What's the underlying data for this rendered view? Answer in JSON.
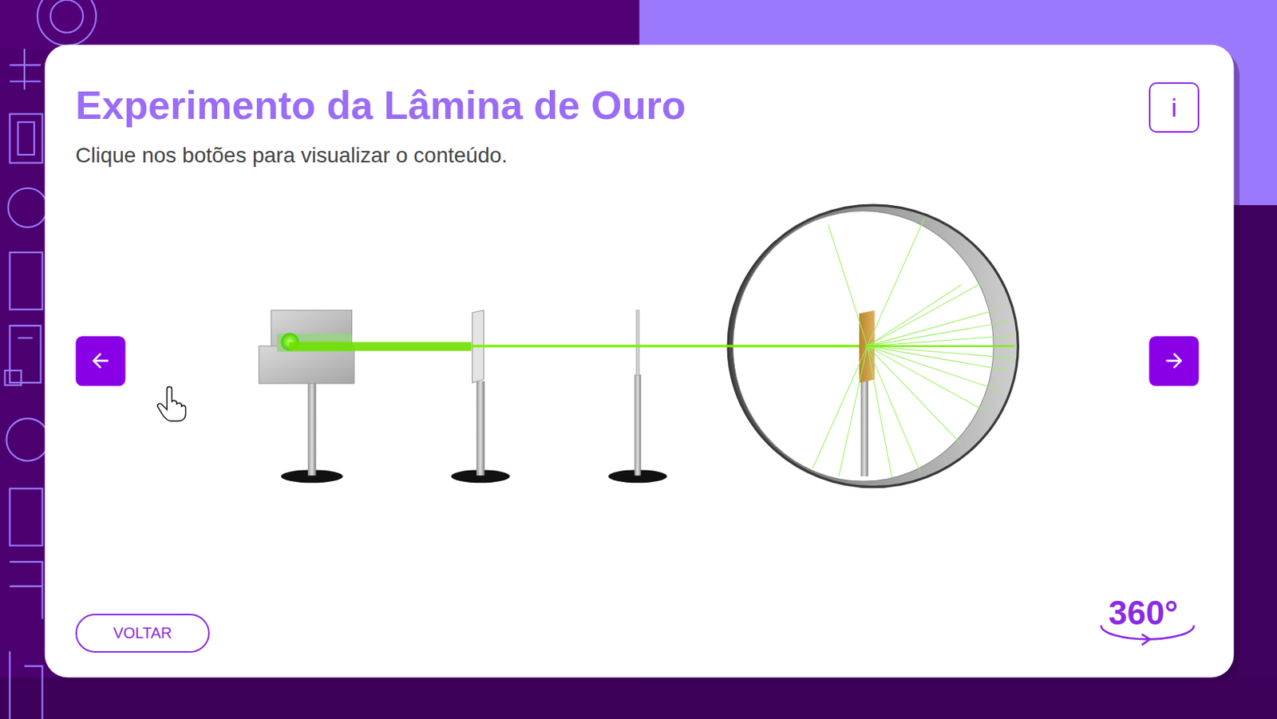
{
  "diagram": {
    "title": "Experimento da Lâmina de Ouro",
    "nodes": [
      {
        "text": [
          "i"
        ]
      },
      {
        "text": [
          "VOLTAR"
        ]
      }
    ],
    "labels": [
      "Clique nos botões para visualizar o conteúdo.",
      "360°"
    ]
  }
}
